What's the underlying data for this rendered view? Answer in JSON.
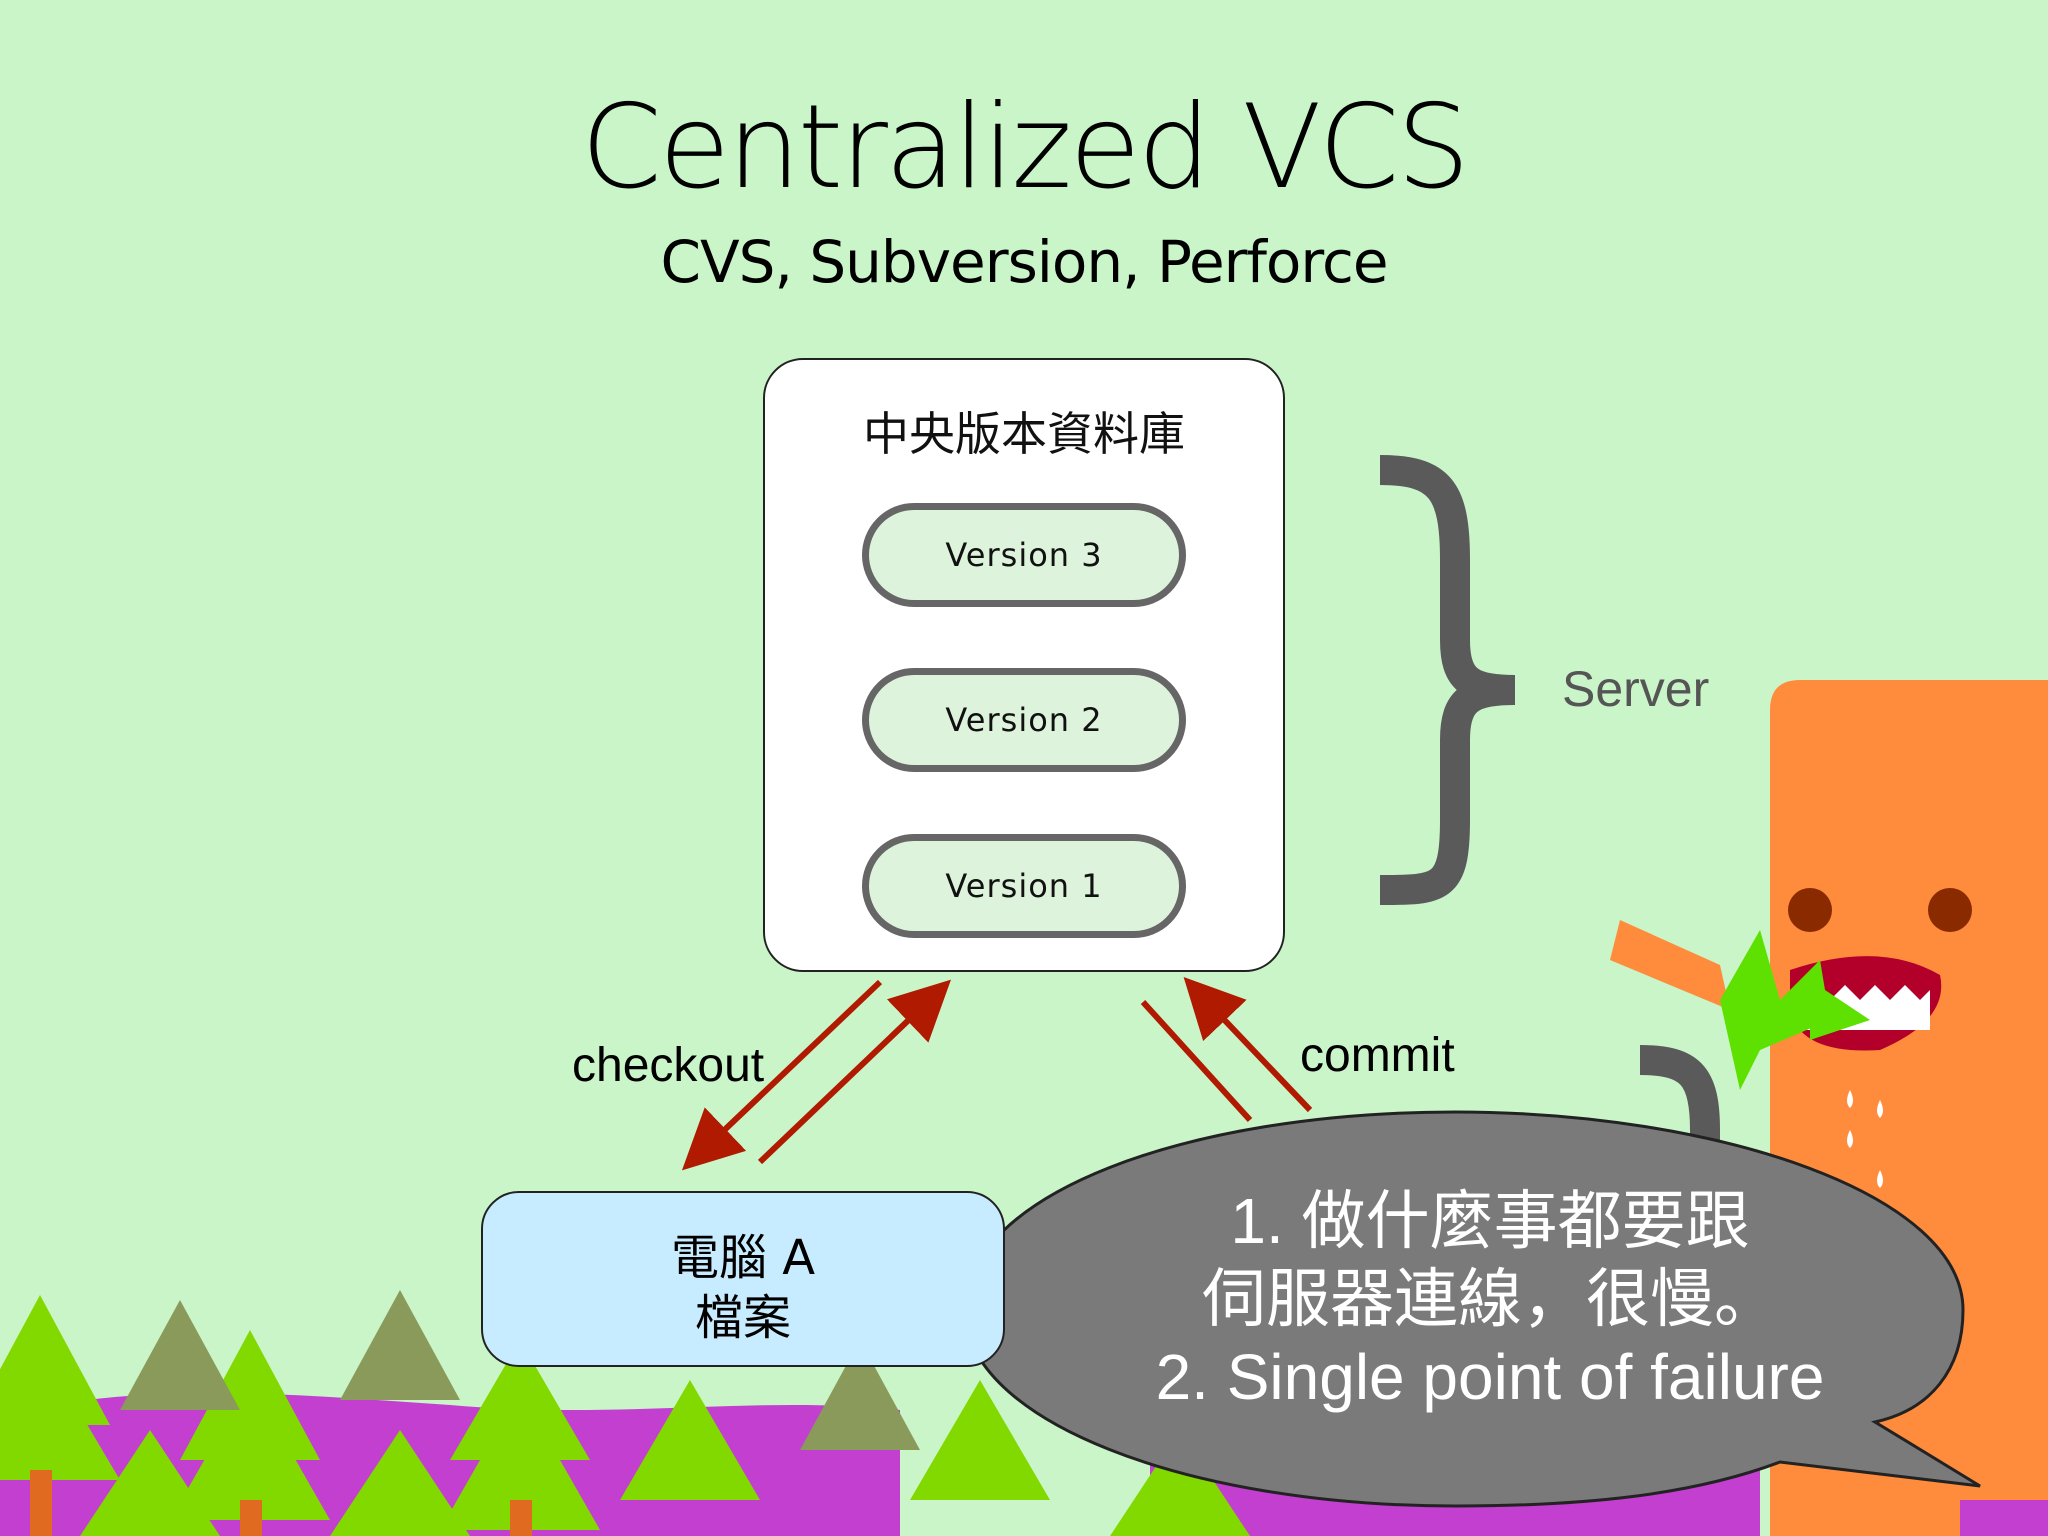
{
  "slide": {
    "title": "Centralized VCS",
    "subtitle": "CVS, Subversion, Perforce"
  },
  "server": {
    "title": "中央版本資料庫",
    "versions": [
      "Version 3",
      "Version 2",
      "Version 1"
    ],
    "brace_label": "Server"
  },
  "client": {
    "line1": "電腦 A",
    "line2": "檔案"
  },
  "arrows": {
    "checkout_label": "checkout",
    "commit_label": "commit"
  },
  "speech_bubble": {
    "lines": [
      "1. 做什麼事都要跟",
      "伺服器連線，很慢。",
      "2. Single point of failure"
    ]
  },
  "colors": {
    "background": "#c9f5c9",
    "arrow": "#b01a00",
    "pill_fill": "#ddf3dc",
    "pill_border": "#666666",
    "client_fill": "#c8ecff",
    "bubble_fill": "#7a7a7a",
    "brace": "#5a5a5a",
    "monster": "#ff8c3c"
  }
}
